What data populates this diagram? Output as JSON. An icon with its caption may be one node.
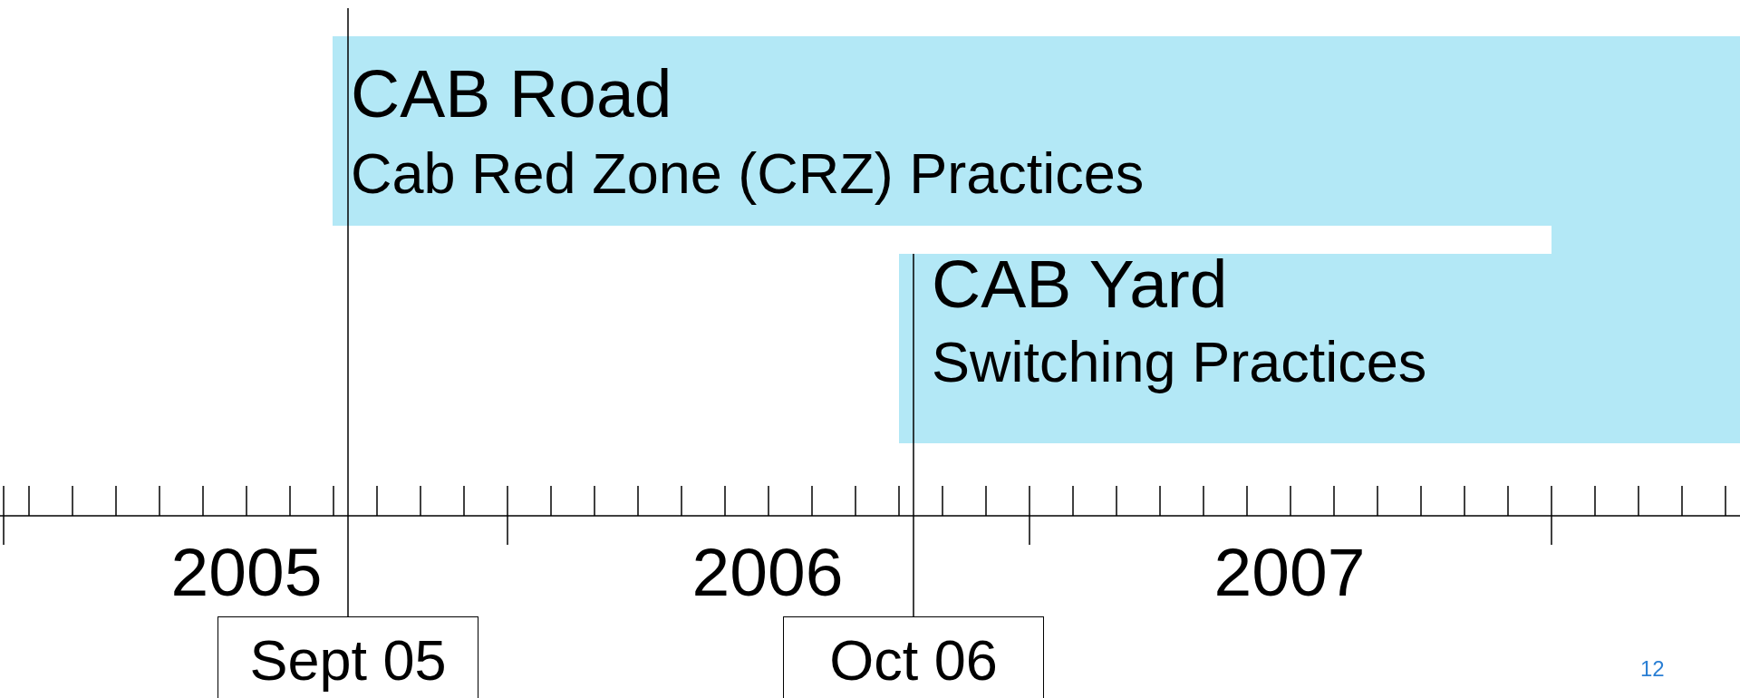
{
  "diagram": {
    "nodes": [
      {
        "text": [
          "CAB Road",
          "Cab Red Zone (CRZ) Practices"
        ]
      },
      {
        "text": [
          "CAB Yard",
          "Switching Practices"
        ]
      },
      {
        "text": [
          "Sept 05"
        ]
      },
      {
        "text": [
          "Oct 06"
        ]
      }
    ],
    "edges": [
      {
        "from": 2,
        "to": 0,
        "arrow": "none"
      },
      {
        "from": 3,
        "to": 1,
        "arrow": "none"
      }
    ],
    "labels": [
      "2005",
      "2006",
      "2007",
      "12"
    ]
  }
}
